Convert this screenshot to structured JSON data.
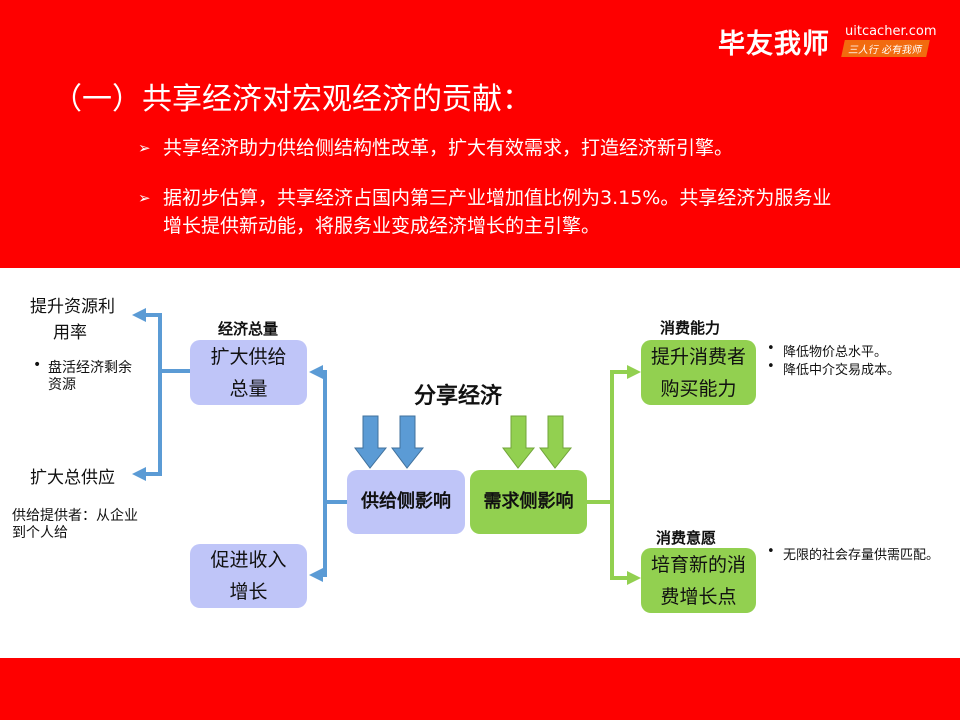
{
  "header": {
    "logo": "毕友我师",
    "logo_url": "uitcacher.com",
    "logo_tagline": "三人行 必有我师"
  },
  "title": "（一）共享经济对宏观经济的贡献：",
  "bullets": [
    {
      "marker": "➢",
      "text": "共享经济助力供给侧结构性改革，扩大有效需求，打造经济新引擎。"
    },
    {
      "marker": "➢",
      "text_line1": "据初步估算，共享经济占国内第三产业增加值比例为3.15%。共享经济为服务业",
      "text_line2": "增长提供新动能，将服务业变成经济增长的主引擎。"
    }
  ],
  "diagram": {
    "center_title": "分享经济",
    "supply_box": "供给侧影响",
    "demand_box": "需求侧影响",
    "left": {
      "heading": "经济总量",
      "box1": {
        "line1": "扩大供给",
        "line2": "总量"
      },
      "box2": {
        "line1": "促进收入",
        "line2": "增长"
      },
      "out1": {
        "line1": "提升资源利",
        "line2": "用率",
        "bullet_line1": "盘活经济剩余",
        "bullet_line2": "资源"
      },
      "out2": {
        "title": "扩大总供应",
        "note_line1": "供给提供者：从企业",
        "note_line2": "到个人给"
      }
    },
    "right": {
      "box1": {
        "heading": "消费能力",
        "line1": "提升消费者",
        "line2": "购买能力",
        "bullets": [
          "降低物价总水平。",
          "降低中介交易成本。"
        ]
      },
      "box2": {
        "heading": "消费意愿",
        "line1": "培育新的消",
        "line2": "费增长点",
        "bullets": [
          "无限的社会存量供需匹配。"
        ]
      }
    }
  },
  "colors": {
    "red": "#FE0000",
    "blue": "#5B9BD5",
    "green": "#92D050",
    "lavender": "#BFC5F8"
  }
}
